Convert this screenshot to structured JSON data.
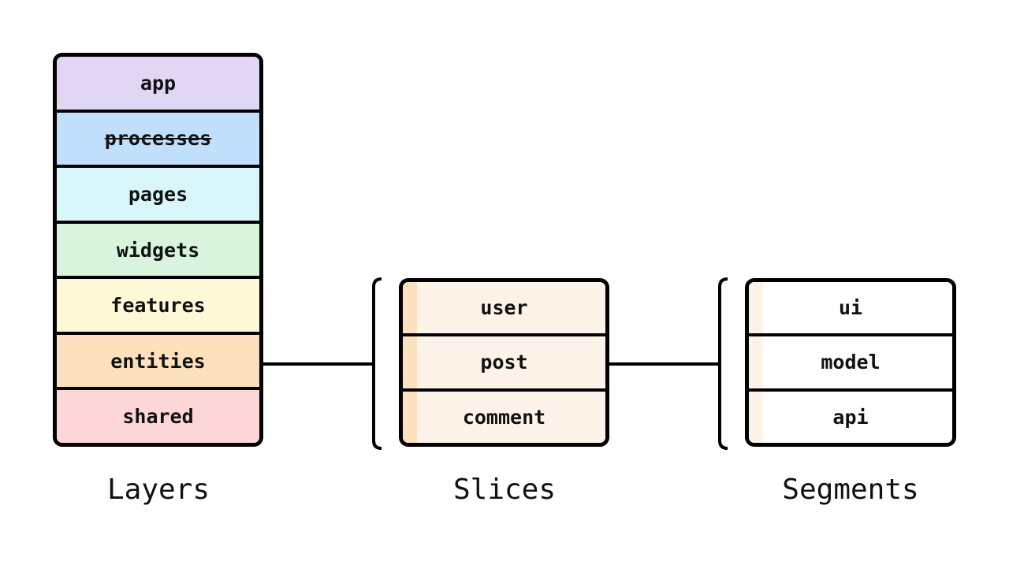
{
  "colors": {
    "layer_app": "#e2d6f5",
    "layer_processes": "#bfdffb",
    "layer_pages": "#d9f6fb",
    "layer_widgets": "#d8f4dc",
    "layer_features": "#fdf8d6",
    "layer_entities": "#fde0bd",
    "layer_shared": "#fdd6d8",
    "slice_bg": "#fdf3e8",
    "slice_accent": "#fde0bd",
    "segment_bg": "#ffffff",
    "segment_accent": "#fdf3e8",
    "stroke": "#000000"
  },
  "layers": {
    "label": "Layers",
    "items": [
      {
        "label": "app",
        "deprecated": false
      },
      {
        "label": "processes",
        "deprecated": true
      },
      {
        "label": "pages",
        "deprecated": false
      },
      {
        "label": "widgets",
        "deprecated": false
      },
      {
        "label": "features",
        "deprecated": false
      },
      {
        "label": "entities",
        "deprecated": false
      },
      {
        "label": "shared",
        "deprecated": false
      }
    ]
  },
  "slices": {
    "label": "Slices",
    "items": [
      {
        "label": "user"
      },
      {
        "label": "post"
      },
      {
        "label": "comment"
      }
    ]
  },
  "segments": {
    "label": "Segments",
    "items": [
      {
        "label": "ui"
      },
      {
        "label": "model"
      },
      {
        "label": "api"
      }
    ]
  }
}
